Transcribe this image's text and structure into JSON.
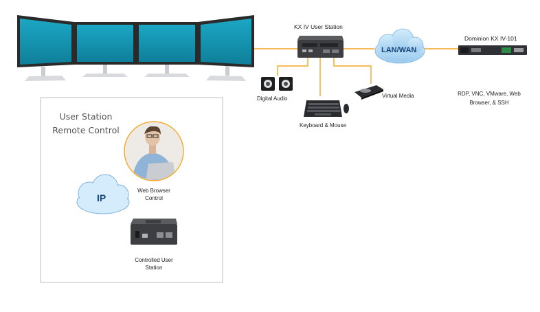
{
  "labels": {
    "kx_user_station": "KX IV User Station",
    "dominion": "Dominion KX IV-101",
    "lan_wan": "LAN/WAN",
    "digital_audio": "Digital Audio",
    "virtual_media": "Virtual Media",
    "keyboard_mouse": "Keyboard & Mouse",
    "rdp_note": "RDP, VNC, VMware, Web Browser, & SSH"
  },
  "panel": {
    "title_line1": "User Station",
    "title_line2": "Remote Control",
    "ip": "IP",
    "web_browser_control": "Web Browser Control",
    "controlled_user_station": "Controlled User Station"
  },
  "colors": {
    "connector": "#f5a623",
    "cloud_fill": "#b6dbf5",
    "cloud_text": "#17457a",
    "screen": "#1597b4",
    "device": "#3c3e42"
  }
}
